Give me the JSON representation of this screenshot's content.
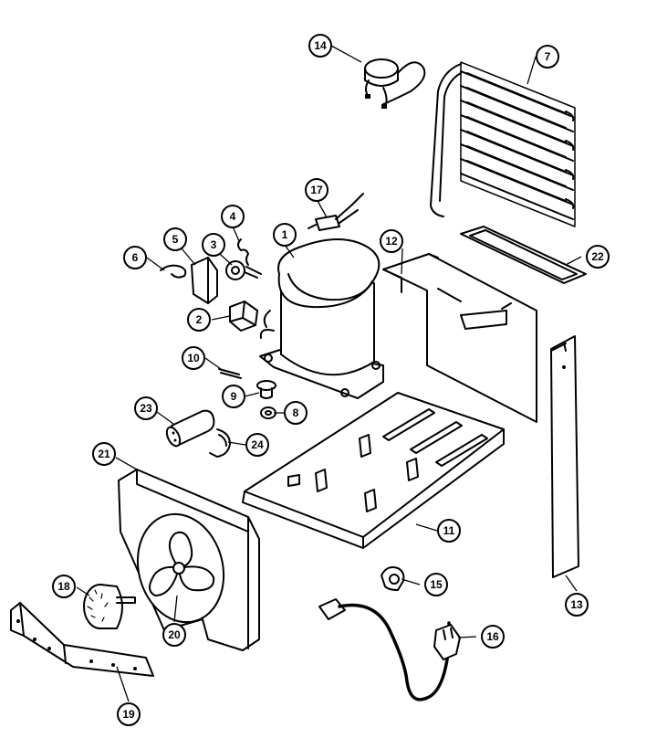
{
  "parts": [
    {
      "id": "p1",
      "label": "1"
    },
    {
      "id": "p2",
      "label": "2"
    },
    {
      "id": "p3",
      "label": "3"
    },
    {
      "id": "p4",
      "label": "4"
    },
    {
      "id": "p5",
      "label": "5"
    },
    {
      "id": "p6",
      "label": "6"
    },
    {
      "id": "p7",
      "label": "7"
    },
    {
      "id": "p8",
      "label": "8"
    },
    {
      "id": "p9",
      "label": "9"
    },
    {
      "id": "p10",
      "label": "10"
    },
    {
      "id": "p11",
      "label": "11"
    },
    {
      "id": "p12",
      "label": "12"
    },
    {
      "id": "p13",
      "label": "13"
    },
    {
      "id": "p14",
      "label": "14"
    },
    {
      "id": "p15",
      "label": "15"
    },
    {
      "id": "p16",
      "label": "16"
    },
    {
      "id": "p17",
      "label": "17"
    },
    {
      "id": "p18",
      "label": "18"
    },
    {
      "id": "p19",
      "label": "19"
    },
    {
      "id": "p20",
      "label": "20"
    },
    {
      "id": "p21",
      "label": "21"
    },
    {
      "id": "p22",
      "label": "22"
    },
    {
      "id": "p23",
      "label": "23"
    },
    {
      "id": "p24",
      "label": "24"
    }
  ]
}
